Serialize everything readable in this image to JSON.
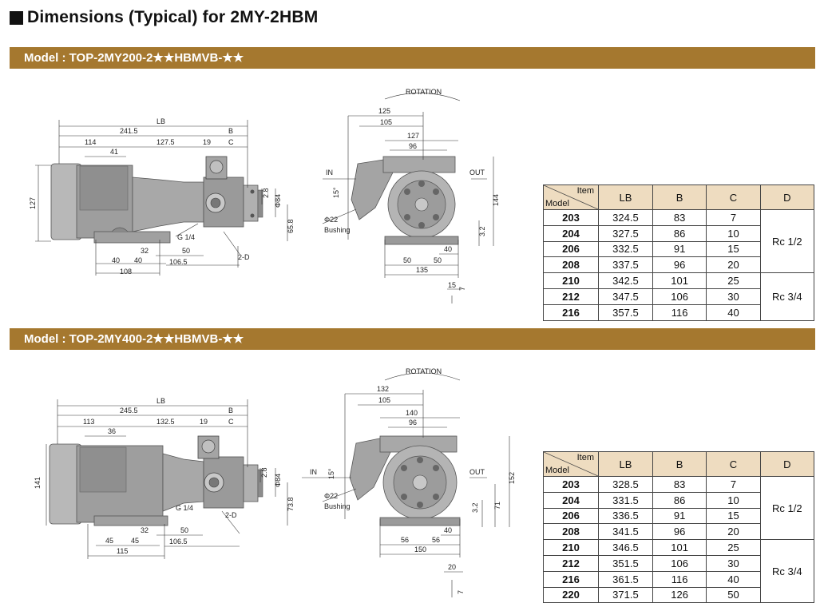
{
  "page_title": "Dimensions (Typical) for 2MY-2HBM",
  "sections": [
    {
      "model_label": "Model : TOP-2MY200-2★★HBMVB-★★",
      "side_dims": {
        "lb": "LB",
        "d2415": "241.5",
        "b": "B",
        "d114": "114",
        "d1275": "127.5",
        "d19": "19",
        "c": "C",
        "d41": "41",
        "d127": "127",
        "d28": "2.8",
        "phi84": "Φ84",
        "d658": "65.8",
        "g14": "G 1/4",
        "d50": "50",
        "d32": "32",
        "d2d": "2-D",
        "d40a": "40",
        "d40b": "40",
        "d1065": "106.5",
        "d108": "108"
      },
      "front_dims": {
        "rotation": "ROTATION",
        "d125": "125",
        "d105": "105",
        "d127": "127",
        "d96": "96",
        "in": "IN",
        "out": "OUT",
        "d15deg": "15°",
        "phi22": "Φ22",
        "bushing": "Bushing",
        "d144": "144",
        "d32": "3.2",
        "d40": "40",
        "d50a": "50",
        "d50b": "50",
        "d135": "135",
        "d15": "15",
        "d7": "7"
      },
      "table": {
        "header_item": "Item",
        "header_model": "Model",
        "cols": [
          "LB",
          "B",
          "C",
          "D"
        ],
        "rows": [
          {
            "model": "203",
            "lb": "324.5",
            "b": "83",
            "c": "7"
          },
          {
            "model": "204",
            "lb": "327.5",
            "b": "86",
            "c": "10"
          },
          {
            "model": "206",
            "lb": "332.5",
            "b": "91",
            "c": "15"
          },
          {
            "model": "208",
            "lb": "337.5",
            "b": "96",
            "c": "20"
          },
          {
            "model": "210",
            "lb": "342.5",
            "b": "101",
            "c": "25"
          },
          {
            "model": "212",
            "lb": "347.5",
            "b": "106",
            "c": "30"
          },
          {
            "model": "216",
            "lb": "357.5",
            "b": "116",
            "c": "40"
          }
        ],
        "d_groups": [
          "Rc 1/2",
          "Rc 3/4"
        ]
      }
    },
    {
      "model_label": "Model : TOP-2MY400-2★★HBMVB-★★",
      "side_dims": {
        "lb": "LB",
        "d2455": "245.5",
        "b": "B",
        "d113": "113",
        "d1325": "132.5",
        "d19": "19",
        "c": "C",
        "d36": "36",
        "d141": "141",
        "d28": "2.8",
        "phi84": "Φ84",
        "d738": "73.8",
        "g14": "G 1/4",
        "d2d": "2-D",
        "d32": "32",
        "d50": "50",
        "d45a": "45",
        "d45b": "45",
        "d1065": "106.5",
        "d115": "115"
      },
      "front_dims": {
        "rotation": "ROTATION",
        "d132": "132",
        "d105": "105",
        "d140": "140",
        "d96": "96",
        "in": "IN",
        "out": "OUT",
        "d15deg": "15°",
        "phi22": "Φ22",
        "bushing": "Bushing",
        "d152": "152",
        "d32": "3.2",
        "d71": "71",
        "d40": "40",
        "d56a": "56",
        "d56b": "56",
        "d150": "150",
        "d20": "20",
        "d7": "7"
      },
      "table": {
        "header_item": "Item",
        "header_model": "Model",
        "cols": [
          "LB",
          "B",
          "C",
          "D"
        ],
        "rows": [
          {
            "model": "203",
            "lb": "328.5",
            "b": "83",
            "c": "7"
          },
          {
            "model": "204",
            "lb": "331.5",
            "b": "86",
            "c": "10"
          },
          {
            "model": "206",
            "lb": "336.5",
            "b": "91",
            "c": "15"
          },
          {
            "model": "208",
            "lb": "341.5",
            "b": "96",
            "c": "20"
          },
          {
            "model": "210",
            "lb": "346.5",
            "b": "101",
            "c": "25"
          },
          {
            "model": "212",
            "lb": "351.5",
            "b": "106",
            "c": "30"
          },
          {
            "model": "216",
            "lb": "361.5",
            "b": "116",
            "c": "40"
          },
          {
            "model": "220",
            "lb": "371.5",
            "b": "126",
            "c": "50"
          }
        ],
        "d_groups": [
          "Rc 1/2",
          "Rc 3/4"
        ]
      }
    }
  ]
}
